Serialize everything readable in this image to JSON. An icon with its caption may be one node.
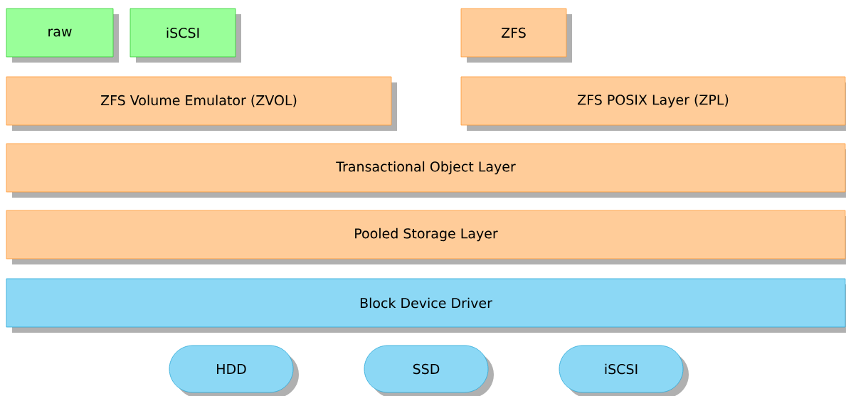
{
  "diagram": {
    "nodes": [
      {
        "text": [
          "raw"
        ]
      },
      {
        "text": [
          "iSCSI"
        ]
      },
      {
        "text": [
          "ZFS"
        ]
      },
      {
        "text": [
          "ZFS Volume Emulator (ZVOL)"
        ]
      },
      {
        "text": [
          "ZFS POSIX Layer (ZPL)"
        ]
      },
      {
        "text": [
          "Transactional Object Layer"
        ]
      },
      {
        "text": [
          "Pooled Storage Layer"
        ]
      },
      {
        "text": [
          "Block Device Driver"
        ]
      },
      {
        "text": [
          "HDD"
        ]
      },
      {
        "text": [
          "SSD"
        ]
      },
      {
        "text": [
          "iSCSI"
        ]
      }
    ]
  }
}
